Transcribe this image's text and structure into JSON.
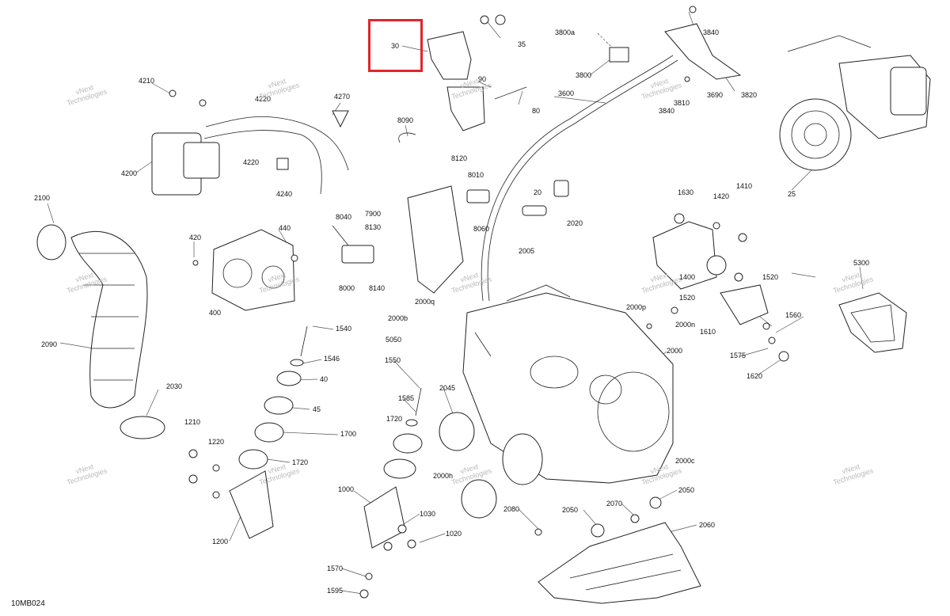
{
  "diagram_code": "10MB024",
  "watermark": {
    "line1": "vNext",
    "line2": "Technologies"
  },
  "highlight_color": "#e0262b",
  "callouts": [
    {
      "id": "30",
      "label": "30"
    },
    {
      "id": "35",
      "label": "35"
    },
    {
      "id": "90",
      "label": "90"
    },
    {
      "id": "80",
      "label": "80"
    },
    {
      "id": "3800a",
      "label": "3800a"
    },
    {
      "id": "3800",
      "label": "3800"
    },
    {
      "id": "3840a",
      "label": "3840"
    },
    {
      "id": "3840b",
      "label": "3840"
    },
    {
      "id": "3810",
      "label": "3810"
    },
    {
      "id": "3690",
      "label": "3690"
    },
    {
      "id": "3820",
      "label": "3820"
    },
    {
      "id": "3600",
      "label": "3600"
    },
    {
      "id": "25",
      "label": "25"
    },
    {
      "id": "4210",
      "label": "4210"
    },
    {
      "id": "4220a",
      "label": "4220"
    },
    {
      "id": "4220b",
      "label": "4220"
    },
    {
      "id": "4270",
      "label": "4270"
    },
    {
      "id": "4200",
      "label": "4200"
    },
    {
      "id": "4240",
      "label": "4240"
    },
    {
      "id": "8090",
      "label": "8090"
    },
    {
      "id": "8120",
      "label": "8120"
    },
    {
      "id": "8010",
      "label": "8010"
    },
    {
      "id": "7900",
      "label": "7900"
    },
    {
      "id": "8040",
      "label": "8040"
    },
    {
      "id": "8130",
      "label": "8130"
    },
    {
      "id": "8060",
      "label": "8060"
    },
    {
      "id": "8000",
      "label": "8000"
    },
    {
      "id": "8140",
      "label": "8140"
    },
    {
      "id": "20",
      "label": "20"
    },
    {
      "id": "2020",
      "label": "2020"
    },
    {
      "id": "2005",
      "label": "2005"
    },
    {
      "id": "1630",
      "label": "1630"
    },
    {
      "id": "1420",
      "label": "1420"
    },
    {
      "id": "1410",
      "label": "1410"
    },
    {
      "id": "1400",
      "label": "1400"
    },
    {
      "id": "1520a",
      "label": "1520"
    },
    {
      "id": "1520b",
      "label": "1520"
    },
    {
      "id": "2100",
      "label": "2100"
    },
    {
      "id": "420",
      "label": "420"
    },
    {
      "id": "440",
      "label": "440"
    },
    {
      "id": "400",
      "label": "400"
    },
    {
      "id": "5300",
      "label": "5300"
    },
    {
      "id": "2000q",
      "label": "2000q"
    },
    {
      "id": "2000p",
      "label": "2000p"
    },
    {
      "id": "2000n",
      "label": "2000n"
    },
    {
      "id": "1610",
      "label": "1610"
    },
    {
      "id": "1560",
      "label": "1560"
    },
    {
      "id": "1575",
      "label": "1575"
    },
    {
      "id": "1620",
      "label": "1620"
    },
    {
      "id": "2000b",
      "label": "2000b"
    },
    {
      "id": "5050",
      "label": "5050"
    },
    {
      "id": "2000",
      "label": "2000"
    },
    {
      "id": "2090",
      "label": "2090"
    },
    {
      "id": "1540",
      "label": "1540"
    },
    {
      "id": "1546",
      "label": "1546"
    },
    {
      "id": "40",
      "label": "40"
    },
    {
      "id": "45",
      "label": "45"
    },
    {
      "id": "1550",
      "label": "1550"
    },
    {
      "id": "1585",
      "label": "1585"
    },
    {
      "id": "2045",
      "label": "2045"
    },
    {
      "id": "2030",
      "label": "2030"
    },
    {
      "id": "1720a",
      "label": "1720"
    },
    {
      "id": "1700",
      "label": "1700"
    },
    {
      "id": "1720b",
      "label": "1720"
    },
    {
      "id": "1210",
      "label": "1210"
    },
    {
      "id": "1220",
      "label": "1220"
    },
    {
      "id": "2000c",
      "label": "2000c"
    },
    {
      "id": "2000h",
      "label": "2000h"
    },
    {
      "id": "2050a",
      "label": "2050"
    },
    {
      "id": "2050b",
      "label": "2050"
    },
    {
      "id": "2070",
      "label": "2070"
    },
    {
      "id": "1000",
      "label": "1000"
    },
    {
      "id": "1030",
      "label": "1030"
    },
    {
      "id": "2080",
      "label": "2080"
    },
    {
      "id": "2060",
      "label": "2060"
    },
    {
      "id": "1020",
      "label": "1020"
    },
    {
      "id": "1200",
      "label": "1200"
    },
    {
      "id": "1570",
      "label": "1570"
    },
    {
      "id": "1595",
      "label": "1595"
    }
  ]
}
